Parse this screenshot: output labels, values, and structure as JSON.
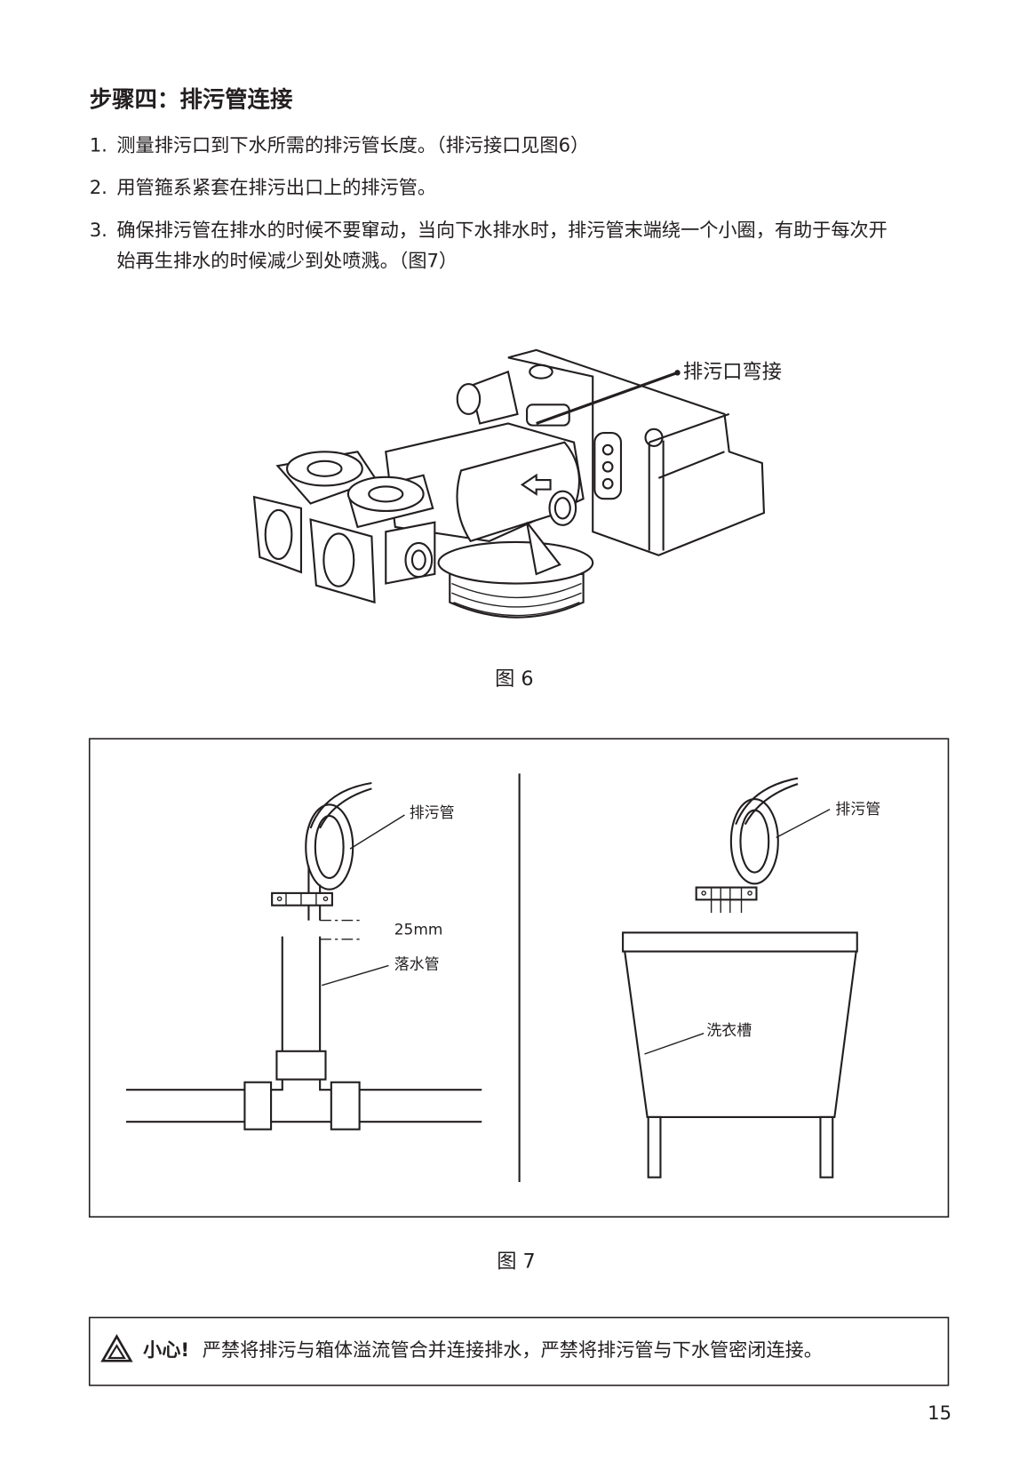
{
  "heading": "步骤四：排污管连接",
  "steps": [
    {
      "num": "1.",
      "lines": [
        "测量排污口到下水所需的排污管长度。（排污接口见图6）"
      ]
    },
    {
      "num": "2.",
      "lines": [
        "用管箍系紧套在排污出口上的排污管。"
      ]
    },
    {
      "num": "3.",
      "lines": [
        "确保排污管在排水的时候不要窜动，当向下水排水时，排污管末端绕一个小圈，有助于每次开",
        "始再生排水的时候减少到处喷溅。（图7）"
      ]
    }
  ],
  "figure6": {
    "callout": "排污口弯接",
    "caption": "图 6"
  },
  "figure7": {
    "left": {
      "hose_label": "排污管",
      "gap_label": "25mm",
      "pipe_label": "落水管"
    },
    "right": {
      "hose_label": "排污管",
      "tub_label": "洗衣槽"
    },
    "caption": "图 7"
  },
  "caution": {
    "icon": "warning-triangle-icon",
    "label": "小心!",
    "text": "严禁将排污与箱体溢流管合并连接排水，严禁将排污管与下水管密闭连接。"
  },
  "page_number": "15"
}
